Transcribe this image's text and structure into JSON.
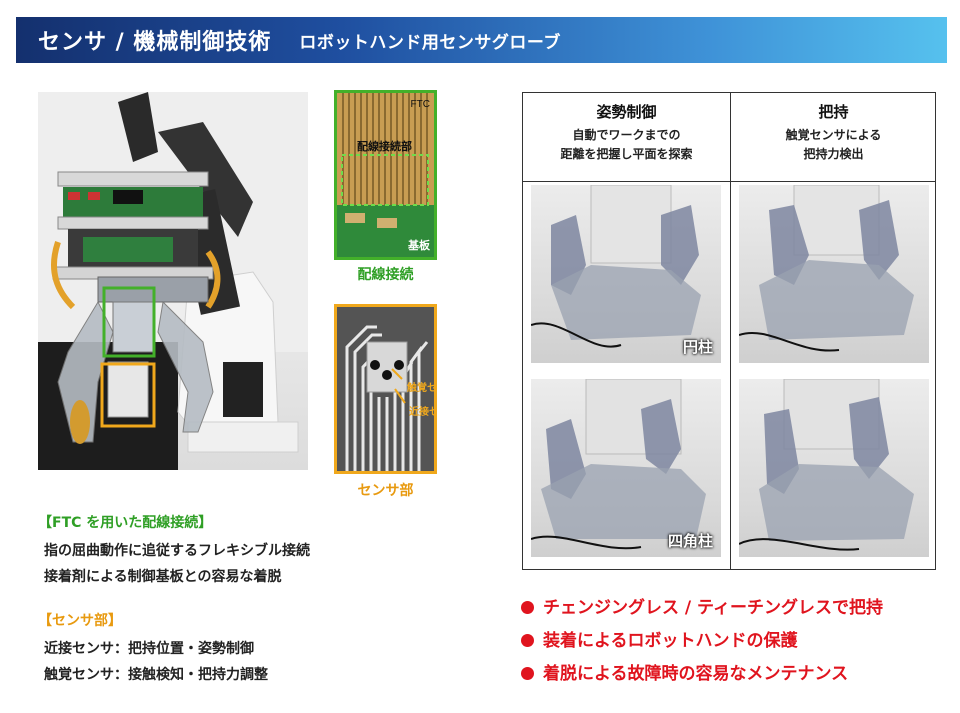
{
  "header": {
    "title": "センサ / 機械制御技術",
    "subtitle": "ロボットハンド用センサグローブ"
  },
  "photos": {
    "ftc_label": "FTC",
    "wiring_label": "配線接続部",
    "base_label": "基板",
    "ftc_caption": "配線接続",
    "tactile_label": "触覚センサ",
    "proximity_label": "近接センサ",
    "sensor_caption": "センサ部"
  },
  "left_sections": [
    {
      "heading": "【FTC を用いた配線接続】",
      "lines": [
        "指の屈曲動作に追従するフレキシブル接続",
        "接着剤による制御基板との容易な着脱"
      ]
    },
    {
      "heading": "【センサ部】",
      "lines": [
        "近接センサ：把持位置・姿勢制御",
        "触覚センサ：接触検知・把持力調整"
      ]
    }
  ],
  "table": {
    "columns": [
      {
        "title": "姿勢制御",
        "desc1": "自動でワークまでの",
        "desc2": "距離を把握し平面を探索"
      },
      {
        "title": "把持",
        "desc1": "触覚センサによる",
        "desc2": "把持力検出"
      }
    ],
    "row_labels": [
      "円柱",
      "四角柱"
    ]
  },
  "bullets": [
    "チェンジングレス / ティーチングレスで把持",
    "装着によるロボットハンドの保護",
    "着脱による故障時の容易なメンテナンス"
  ],
  "colors": {
    "header_start": "#14306e",
    "header_end": "#56c1ee",
    "green": "#43b02a",
    "orange": "#f0a81c",
    "red": "#e0141e",
    "heading_green": "#2f9f25",
    "heading_orange": "#e89a10"
  }
}
